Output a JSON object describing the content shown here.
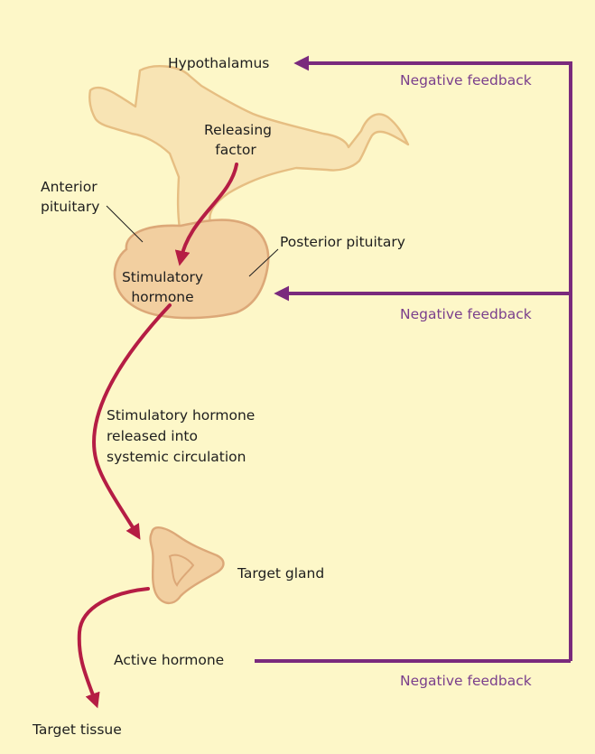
{
  "labels": {
    "hypothalamus": "Hypothalamus",
    "releasing_factor_line1": "Releasing",
    "releasing_factor_line2": "factor",
    "anterior_pituitary_line1": "Anterior",
    "anterior_pituitary_line2": "pituitary",
    "posterior_pituitary": "Posterior pituitary",
    "stimulatory_hormone_line1": "Stimulatory",
    "stimulatory_hormone_line2": "hormone",
    "circulation_line1": "Stimulatory hormone",
    "circulation_line2": "released into",
    "circulation_line3": "systemic circulation",
    "target_gland": "Target gland",
    "active_hormone": "Active hormone",
    "target_tissue": "Target tissue"
  },
  "feedback": [
    {
      "label": "Negative feedback"
    },
    {
      "label": "Negative feedback"
    },
    {
      "label": "Negative feedback"
    }
  ],
  "colors": {
    "background": "#fdf7c8",
    "tissue_fill": "#f8e4b4",
    "tissue_stroke": "#e6be82",
    "gland_fill": "#f2cfa0",
    "gland_stroke": "#dca878",
    "pathway_arrow": "#b51d44",
    "feedback_arrow": "#7a2a7d",
    "feedback_text": "#7a3f8c"
  }
}
